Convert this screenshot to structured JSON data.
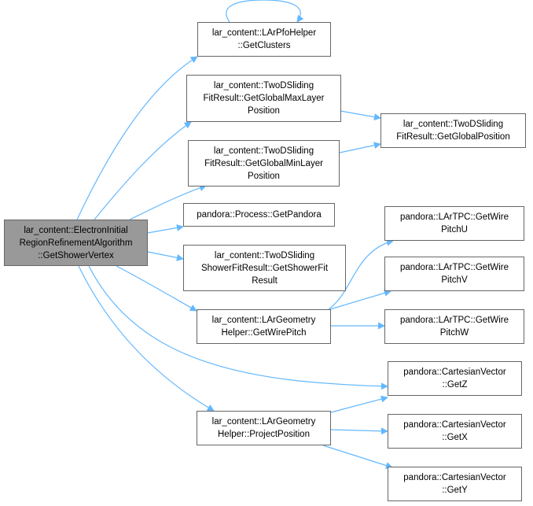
{
  "colors": {
    "edge": "#63b8ff",
    "node_border": "#666666",
    "root_fill": "#999999"
  },
  "nodes": {
    "root": {
      "lines": [
        "lar_content::ElectronInitial",
        "RegionRefinementAlgorithm",
        "::GetShowerVertex"
      ]
    },
    "getClusters": {
      "lines": [
        "lar_content::LArPfoHelper",
        "::GetClusters"
      ]
    },
    "getGlobalMaxLayer": {
      "lines": [
        "lar_content::TwoDSliding",
        "FitResult::GetGlobalMaxLayer",
        "Position"
      ]
    },
    "getGlobalMinLayer": {
      "lines": [
        "lar_content::TwoDSliding",
        "FitResult::GetGlobalMinLayer",
        "Position"
      ]
    },
    "getGlobalPosition": {
      "lines": [
        "lar_content::TwoDSliding",
        "FitResult::GetGlobalPosition"
      ]
    },
    "getPandora": {
      "lines": [
        "pandora::Process::GetPandora"
      ]
    },
    "getShowerFitResult": {
      "lines": [
        "lar_content::TwoDSliding",
        "ShowerFitResult::GetShowerFit",
        "Result"
      ]
    },
    "getWirePitch": {
      "lines": [
        "lar_content::LArGeometry",
        "Helper::GetWirePitch"
      ]
    },
    "wirePitchU": {
      "lines": [
        "pandora::LArTPC::GetWire",
        "PitchU"
      ]
    },
    "wirePitchV": {
      "lines": [
        "pandora::LArTPC::GetWire",
        "PitchV"
      ]
    },
    "wirePitchW": {
      "lines": [
        "pandora::LArTPC::GetWire",
        "PitchW"
      ]
    },
    "getZ": {
      "lines": [
        "pandora::CartesianVector",
        "::GetZ"
      ]
    },
    "projectPosition": {
      "lines": [
        "lar_content::LArGeometry",
        "Helper::ProjectPosition"
      ]
    },
    "getX": {
      "lines": [
        "pandora::CartesianVector",
        "::GetX"
      ]
    },
    "getY": {
      "lines": [
        "pandora::CartesianVector",
        "::GetY"
      ]
    }
  }
}
